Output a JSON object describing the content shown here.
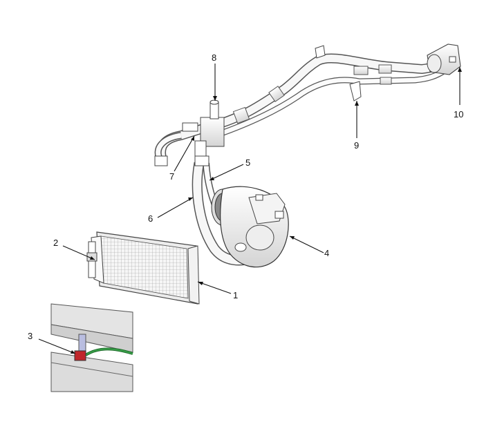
{
  "callouts": [
    {
      "id": "1",
      "text": "1"
    },
    {
      "id": "2",
      "text": "2"
    },
    {
      "id": "3",
      "text": "3"
    },
    {
      "id": "4",
      "text": "4"
    },
    {
      "id": "5",
      "text": "5"
    },
    {
      "id": "6",
      "text": "6"
    },
    {
      "id": "7",
      "text": "7"
    },
    {
      "id": "8",
      "text": "8"
    },
    {
      "id": "9",
      "text": "9"
    },
    {
      "id": "10",
      "text": "10"
    }
  ],
  "colors": {
    "line": "#111111",
    "hose_fill": "#f4f4f4",
    "hose_stroke": "#555555",
    "condenser_fill": "#f2f2f2",
    "accent_red": "#c0262b",
    "accent_green": "#2f8a3a",
    "inset_bg": "#e9e9ea"
  }
}
